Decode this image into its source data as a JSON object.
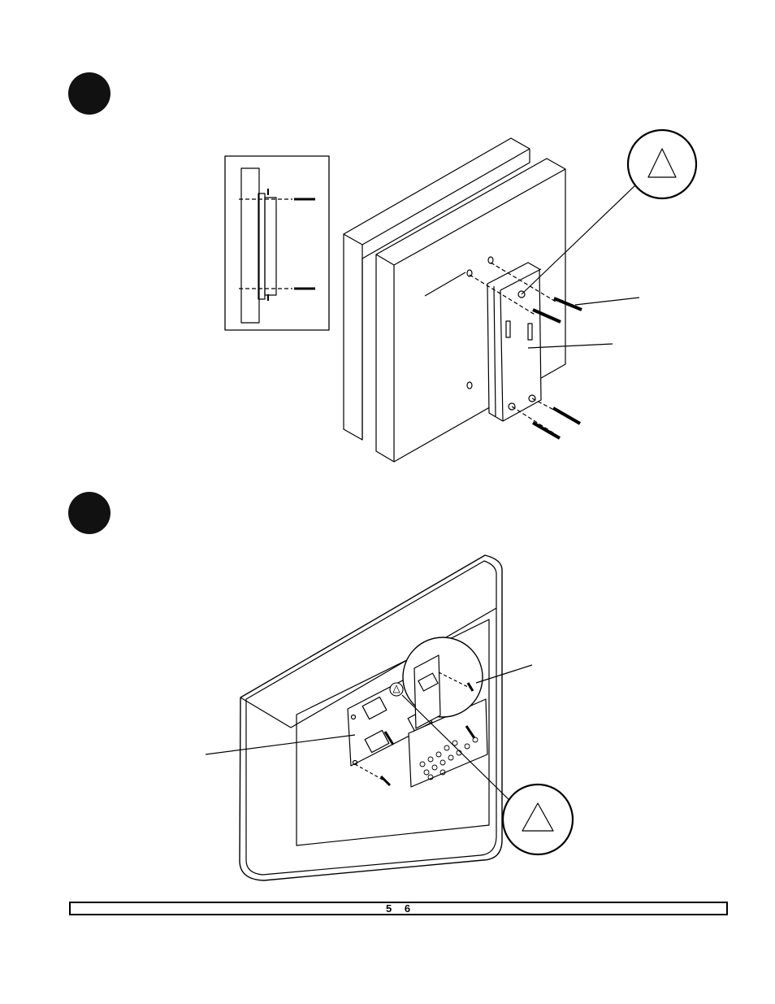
{
  "footer": {
    "page_left": "5",
    "page_right": "6"
  },
  "icons": [
    "step-1-marker",
    "step-2-marker",
    "caution-triangle-icon",
    "caution-triangle-icon-2"
  ],
  "colors": {
    "ink": "#000000",
    "paper": "#ffffff",
    "marker": "#111111"
  }
}
